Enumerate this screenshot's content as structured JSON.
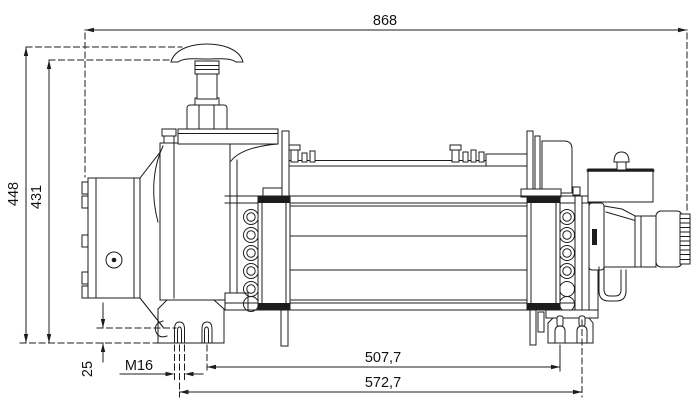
{
  "dimensions": {
    "overall_length": "868",
    "overall_height": "448",
    "handle_height": "431",
    "foot_height": "25",
    "bolt_thread": "M16",
    "bolt_span_inner": "507,7",
    "bolt_span_outer": "572,7"
  },
  "colors": {
    "line": "#1c1c1c",
    "background": "#ffffff",
    "hatch": "#333333"
  }
}
